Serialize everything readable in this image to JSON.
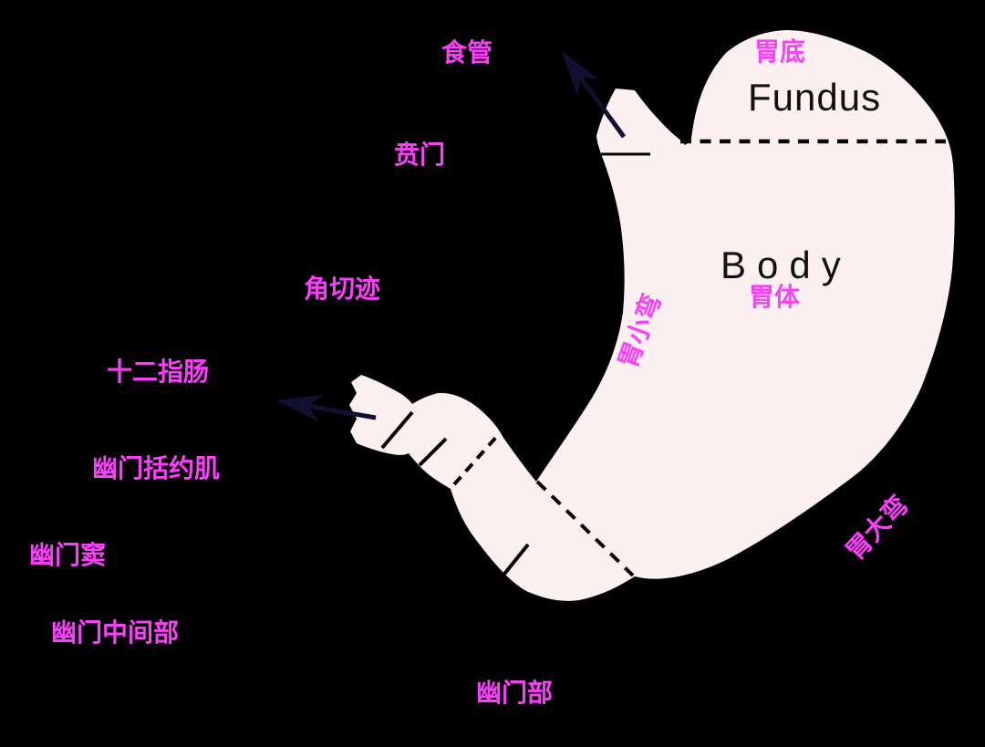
{
  "figure": {
    "title": "Stomach anatomy diagram",
    "background_color": "#000000"
  },
  "colors": {
    "stomach_fill": "#fdf0f1",
    "line_black": "#000000",
    "arrow_navy": "#101030",
    "label_magenta": "#fa40fa",
    "label_black": "#111111"
  },
  "labels": {
    "esophagus": "食管",
    "cardia": "贲门",
    "angular_incisure": "角切迹",
    "duodenum": "十二指肠",
    "pyloric_sphincter": "幽门括约肌",
    "pyloric_antrum": "幽门窦",
    "pyloric_intermediate": "幽门中间部",
    "pyloric_part": "幽门部",
    "fundus_zh": "胃底",
    "fundus_en": "Fundus",
    "body_en": "Body",
    "body_zh": "胃体",
    "lesser_curvature": "胃小弯",
    "greater_curvature": "胃大弯"
  }
}
